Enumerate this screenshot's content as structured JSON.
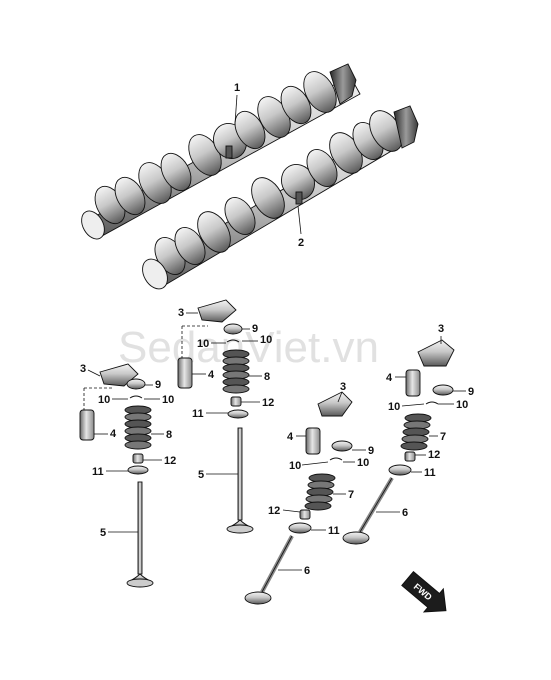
{
  "watermark": "SedanViet.vn",
  "fwd_label": "FWD",
  "callouts": {
    "camshaft_intake": "1",
    "camshaft_exhaust": "2",
    "rocker_arm": "3",
    "lash_adjuster": "4",
    "intake_valve": "5",
    "exhaust_valve": "6",
    "exhaust_spring": "7",
    "intake_spring": "8",
    "retainer": "9",
    "cotter": "10",
    "spring_seat": "11",
    "stem_seal": "12"
  }
}
